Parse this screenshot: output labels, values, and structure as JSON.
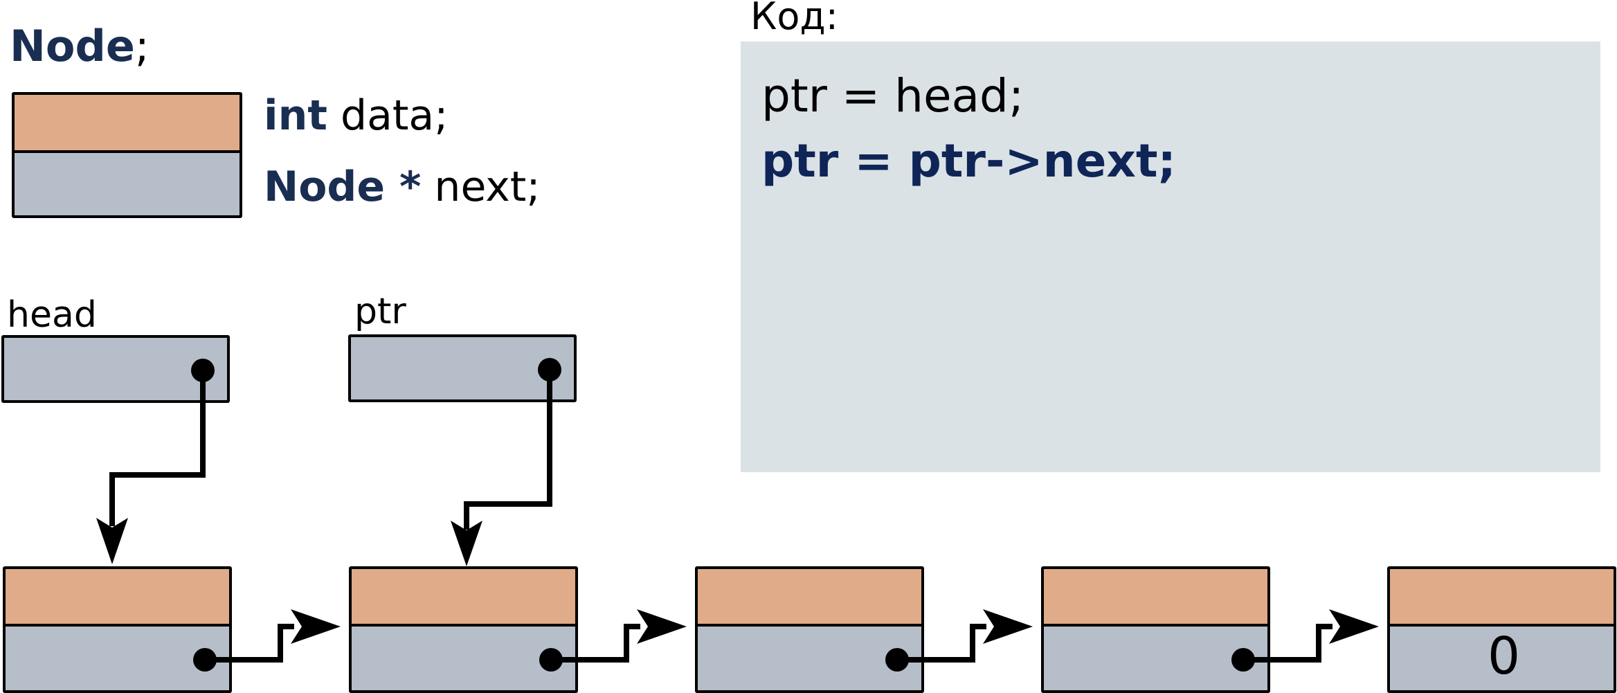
{
  "legend": {
    "title_keyword": "Node",
    "title_suffix": ";",
    "field1_type": "int",
    "field1_name": " data;",
    "field2_type": "Node *",
    "field2_name": " next;"
  },
  "code": {
    "label": "Код:",
    "lines": [
      {
        "text": "ptr = head;",
        "active": false
      },
      {
        "text": "ptr = ptr->next;",
        "active": true
      }
    ]
  },
  "pointers": {
    "head": "head",
    "ptr": "ptr"
  },
  "list": {
    "node_count": 5,
    "last_next_value": "0",
    "head_points_to_node": 1,
    "ptr_points_to_node": 2
  },
  "colors": {
    "data_fill": "#e0ab89",
    "pointer_fill": "#b6bec9",
    "code_bg": "#dbe2e6",
    "keyword": "#1a2e52",
    "active_code": "#0f2557"
  }
}
